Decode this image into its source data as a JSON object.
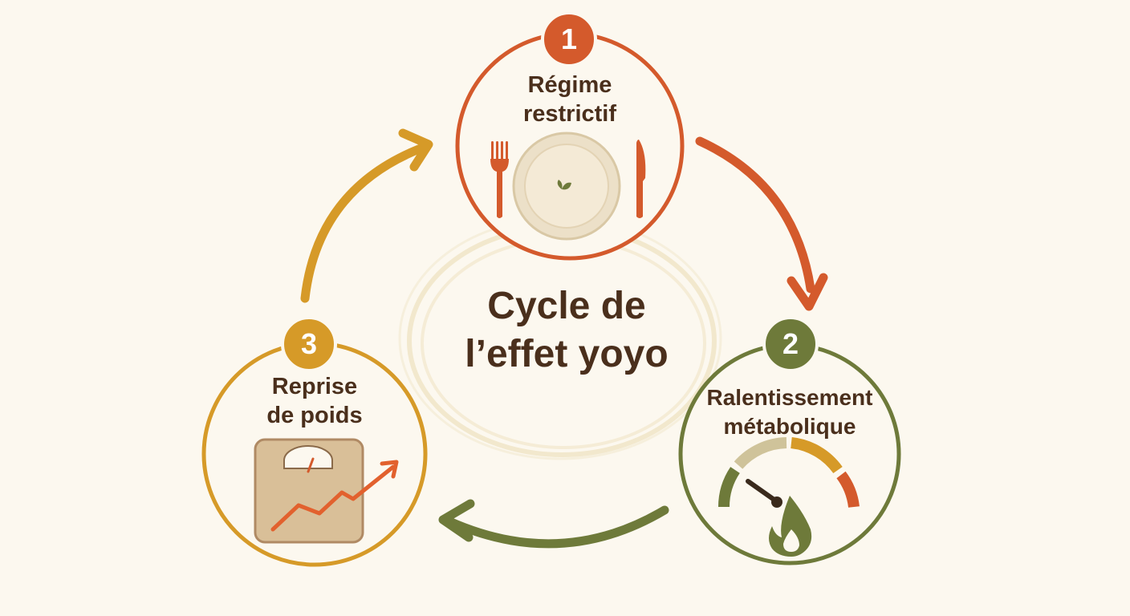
{
  "title": {
    "line1": "Cycle de",
    "line2": "l’effet yoyo"
  },
  "steps": [
    {
      "number": "1",
      "line1": "Régime",
      "line2": "restrictif",
      "color": "#d45a2c",
      "icon": "plate-with-cutlery-icon"
    },
    {
      "number": "2",
      "line1": "Ralentissement",
      "line2": "métabolique",
      "color": "#6e7a3a",
      "icon": "metabolism-gauge-icon"
    },
    {
      "number": "3",
      "line1": "Reprise",
      "line2": "de poids",
      "color": "#d69a28",
      "icon": "weighing-scale-icon"
    }
  ],
  "colors": {
    "background": "#fcf8ef",
    "text": "#4a2f1c",
    "gauge_segments": [
      "#6e7a3a",
      "#cfc39a",
      "#d69a28",
      "#d45a2c"
    ]
  }
}
